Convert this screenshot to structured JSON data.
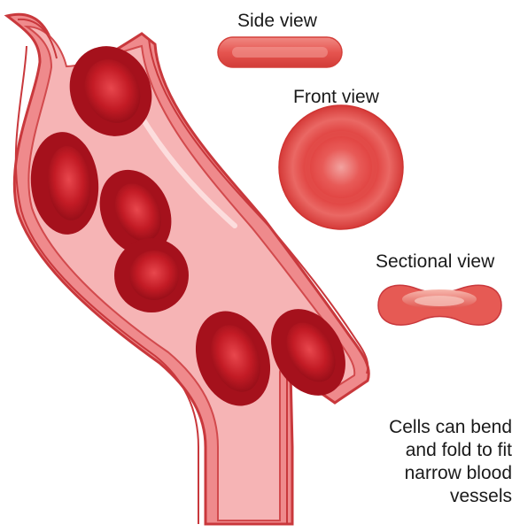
{
  "labels": {
    "side_view": "Side view",
    "front_view": "Front view",
    "sectional_view": "Sectional view"
  },
  "caption": "Cells can bend and fold to fit narrow blood vessels",
  "colors": {
    "vessel_outer": "#ef8a8c",
    "vessel_inner": "#f6b4b5",
    "vessel_stroke": "#c9383c",
    "cell_dark": "#b01622",
    "cell_mid": "#d8242c",
    "cell_light": "#ef6a6a"
  }
}
